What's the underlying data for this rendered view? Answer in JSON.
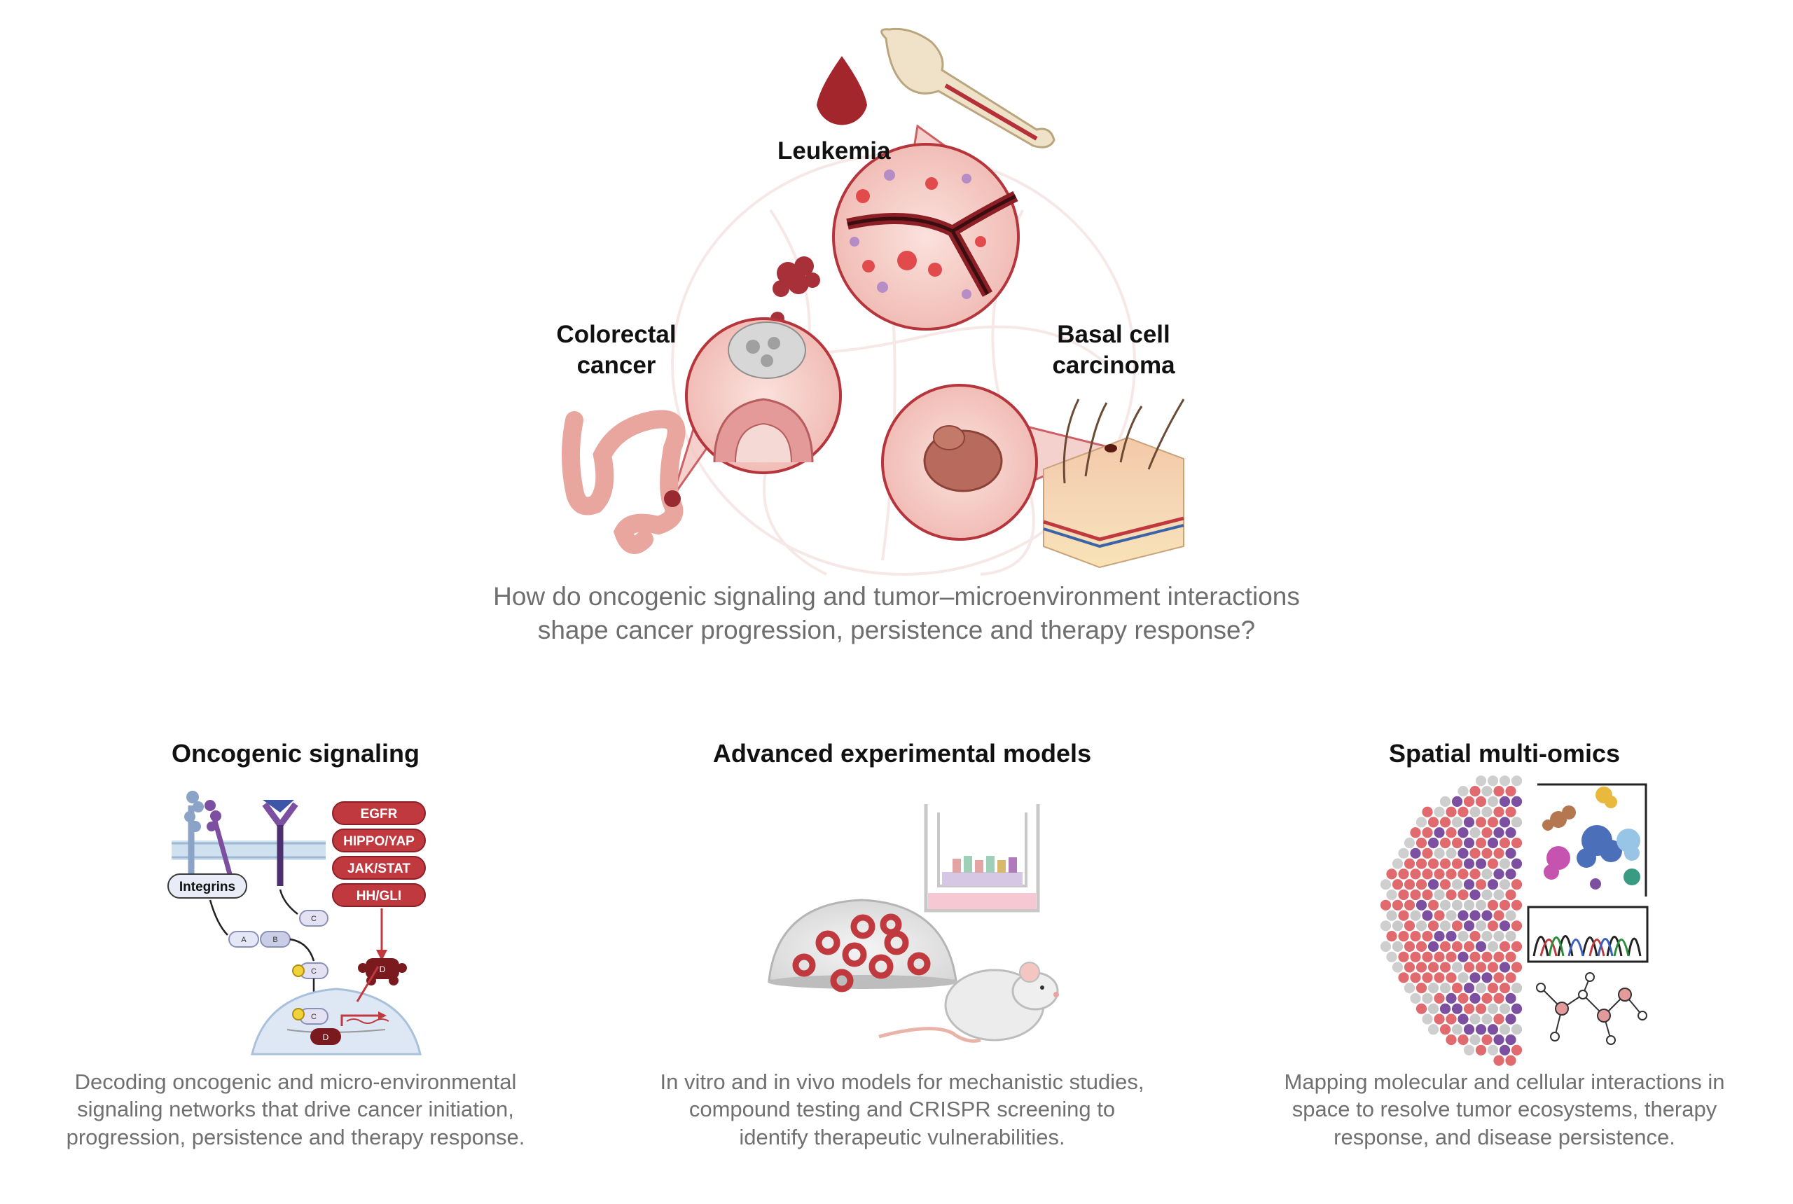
{
  "hero": {
    "leukemia": "Leukemia",
    "colorectal_line1": "Colorectal",
    "colorectal_line2": "cancer",
    "bcc_line1": "Basal cell",
    "bcc_line2": "carcinoma"
  },
  "question": {
    "line1": "How do oncogenic signaling and tumor–microenvironment interactions",
    "line2": "shape cancer progression, persistence and therapy response?"
  },
  "sections": [
    {
      "title": "Oncogenic signaling",
      "description": {
        "line1": "Decoding oncogenic and micro-environmental",
        "line2": "signaling networks that drive cancer initiation,",
        "line3": "progression, persistence and therapy response."
      },
      "pathways": [
        "EGFR",
        "HIPPO/YAP",
        "JAK/STAT",
        "HH/GLI"
      ],
      "integrins_label": "Integrins",
      "node_labels": [
        "A",
        "B",
        "C",
        "D"
      ]
    },
    {
      "title": "Advanced experimental models",
      "description": {
        "line1": "In vitro and in vivo models for mechanistic studies,",
        "line2": "compound testing and CRISPR screening to",
        "line3": "identify therapeutic vulnerabilities."
      }
    },
    {
      "title": "Spatial multi-omics",
      "description": {
        "line1": "Mapping molecular and cellular interactions in",
        "line2": "space to resolve tumor ecosystems, therapy",
        "line3": "response, and disease persistence."
      }
    }
  ],
  "colors": {
    "accent_red": "#c0393f",
    "dark_red": "#7a1a1f",
    "tissue_pink": "#f3c6c1",
    "purple": "#7d4fa0",
    "gray_text": "#6e6e6e"
  }
}
